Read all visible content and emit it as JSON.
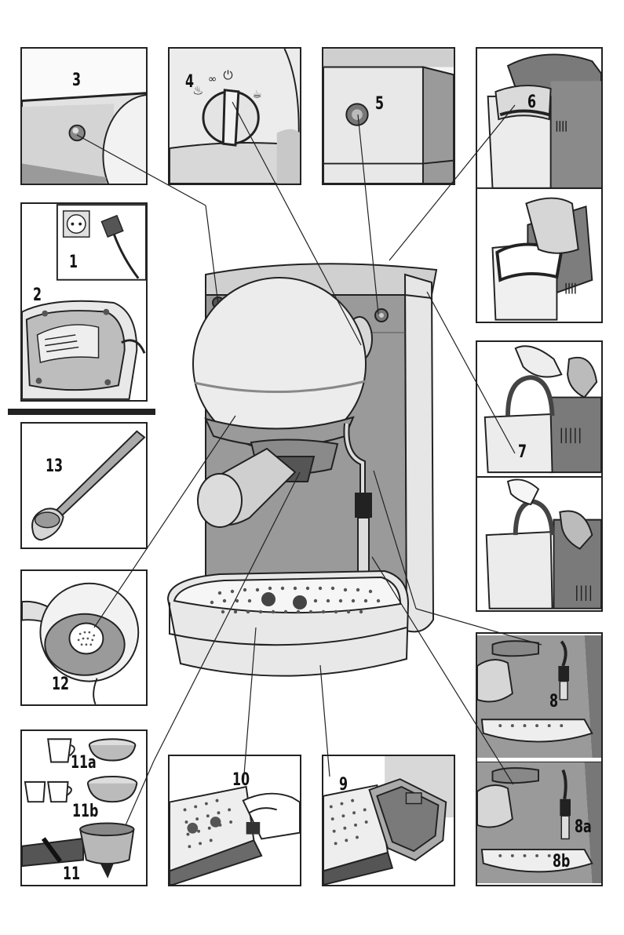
{
  "labels": {
    "l1": "1",
    "l2": "2",
    "l3": "3",
    "l4": "4",
    "l5": "5",
    "l6": "6",
    "l7": "7",
    "l8": "8",
    "l8a": "8a",
    "l8b": "8b",
    "l9": "9",
    "l10": "10",
    "l11": "11",
    "l11a": "11a",
    "l11b": "11b",
    "l12": "12",
    "l13": "13"
  },
  "colors": {
    "outline": "#222222",
    "light_gray": "#e6e6e6",
    "mid_gray": "#b3b3b3",
    "dark_gray": "#6e6e6e",
    "body_gray": "#9a9a9a"
  }
}
